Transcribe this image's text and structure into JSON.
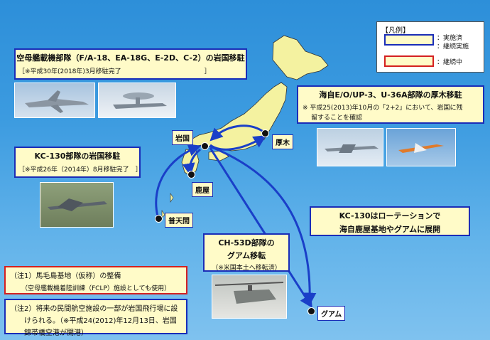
{
  "legend": {
    "title": "【凡例】",
    "implemented": "：実施済",
    "continued": "：継続実施",
    "ongoing": "：継続中"
  },
  "carrier": {
    "title": "空母艦載機部隊（F/A-18、EA-18G、E-2D、C-2）の岩国移駐",
    "note": "［※平成30年(2018年)3月移駐完了　　　　　　　　　　　　　］"
  },
  "kc130": {
    "title": "KC-130部隊の岩国移駐",
    "note": "［※平成26年（2014年）8月移駐完了　］"
  },
  "atsugi": {
    "title": "海自E/O/UP-3、U-36A部隊の厚木移駐",
    "note1": "※ 平成25(2013)年10月の「2+2」において、岩国に残",
    "note2": "留することを確認"
  },
  "rotation": {
    "line1": "KC-130はローテーションで",
    "line2": "海自鹿屋基地やグアムに展開"
  },
  "ch53": {
    "line1": "CH-53D部隊の",
    "line2": "グアム移転",
    "note": "（※米国本土へ移転済）"
  },
  "note1": {
    "line1": "（注1）馬毛島基地（仮称）の整備",
    "line2": "（空母艦載機着陸訓練（FCLP）施設としても使用）"
  },
  "note2": {
    "line1": "（注2）将来の民間航空施設の一部が岩国飛行場に設",
    "line2": "けられる。（※平成24(2012)年12月13日、岩国",
    "line3": "錦帯橋空港が開港）"
  },
  "places": {
    "iwakuni": "岩国",
    "atsugi": "厚木",
    "kanoya": "鹿屋",
    "futenma": "普天間",
    "guam": "グアム"
  },
  "colors": {
    "blue_border": "#1a2db8",
    "red_border": "#d42020",
    "box_fill": "#fffbc8",
    "land": "#f4f2a0",
    "arrow": "#1a3fc8"
  }
}
